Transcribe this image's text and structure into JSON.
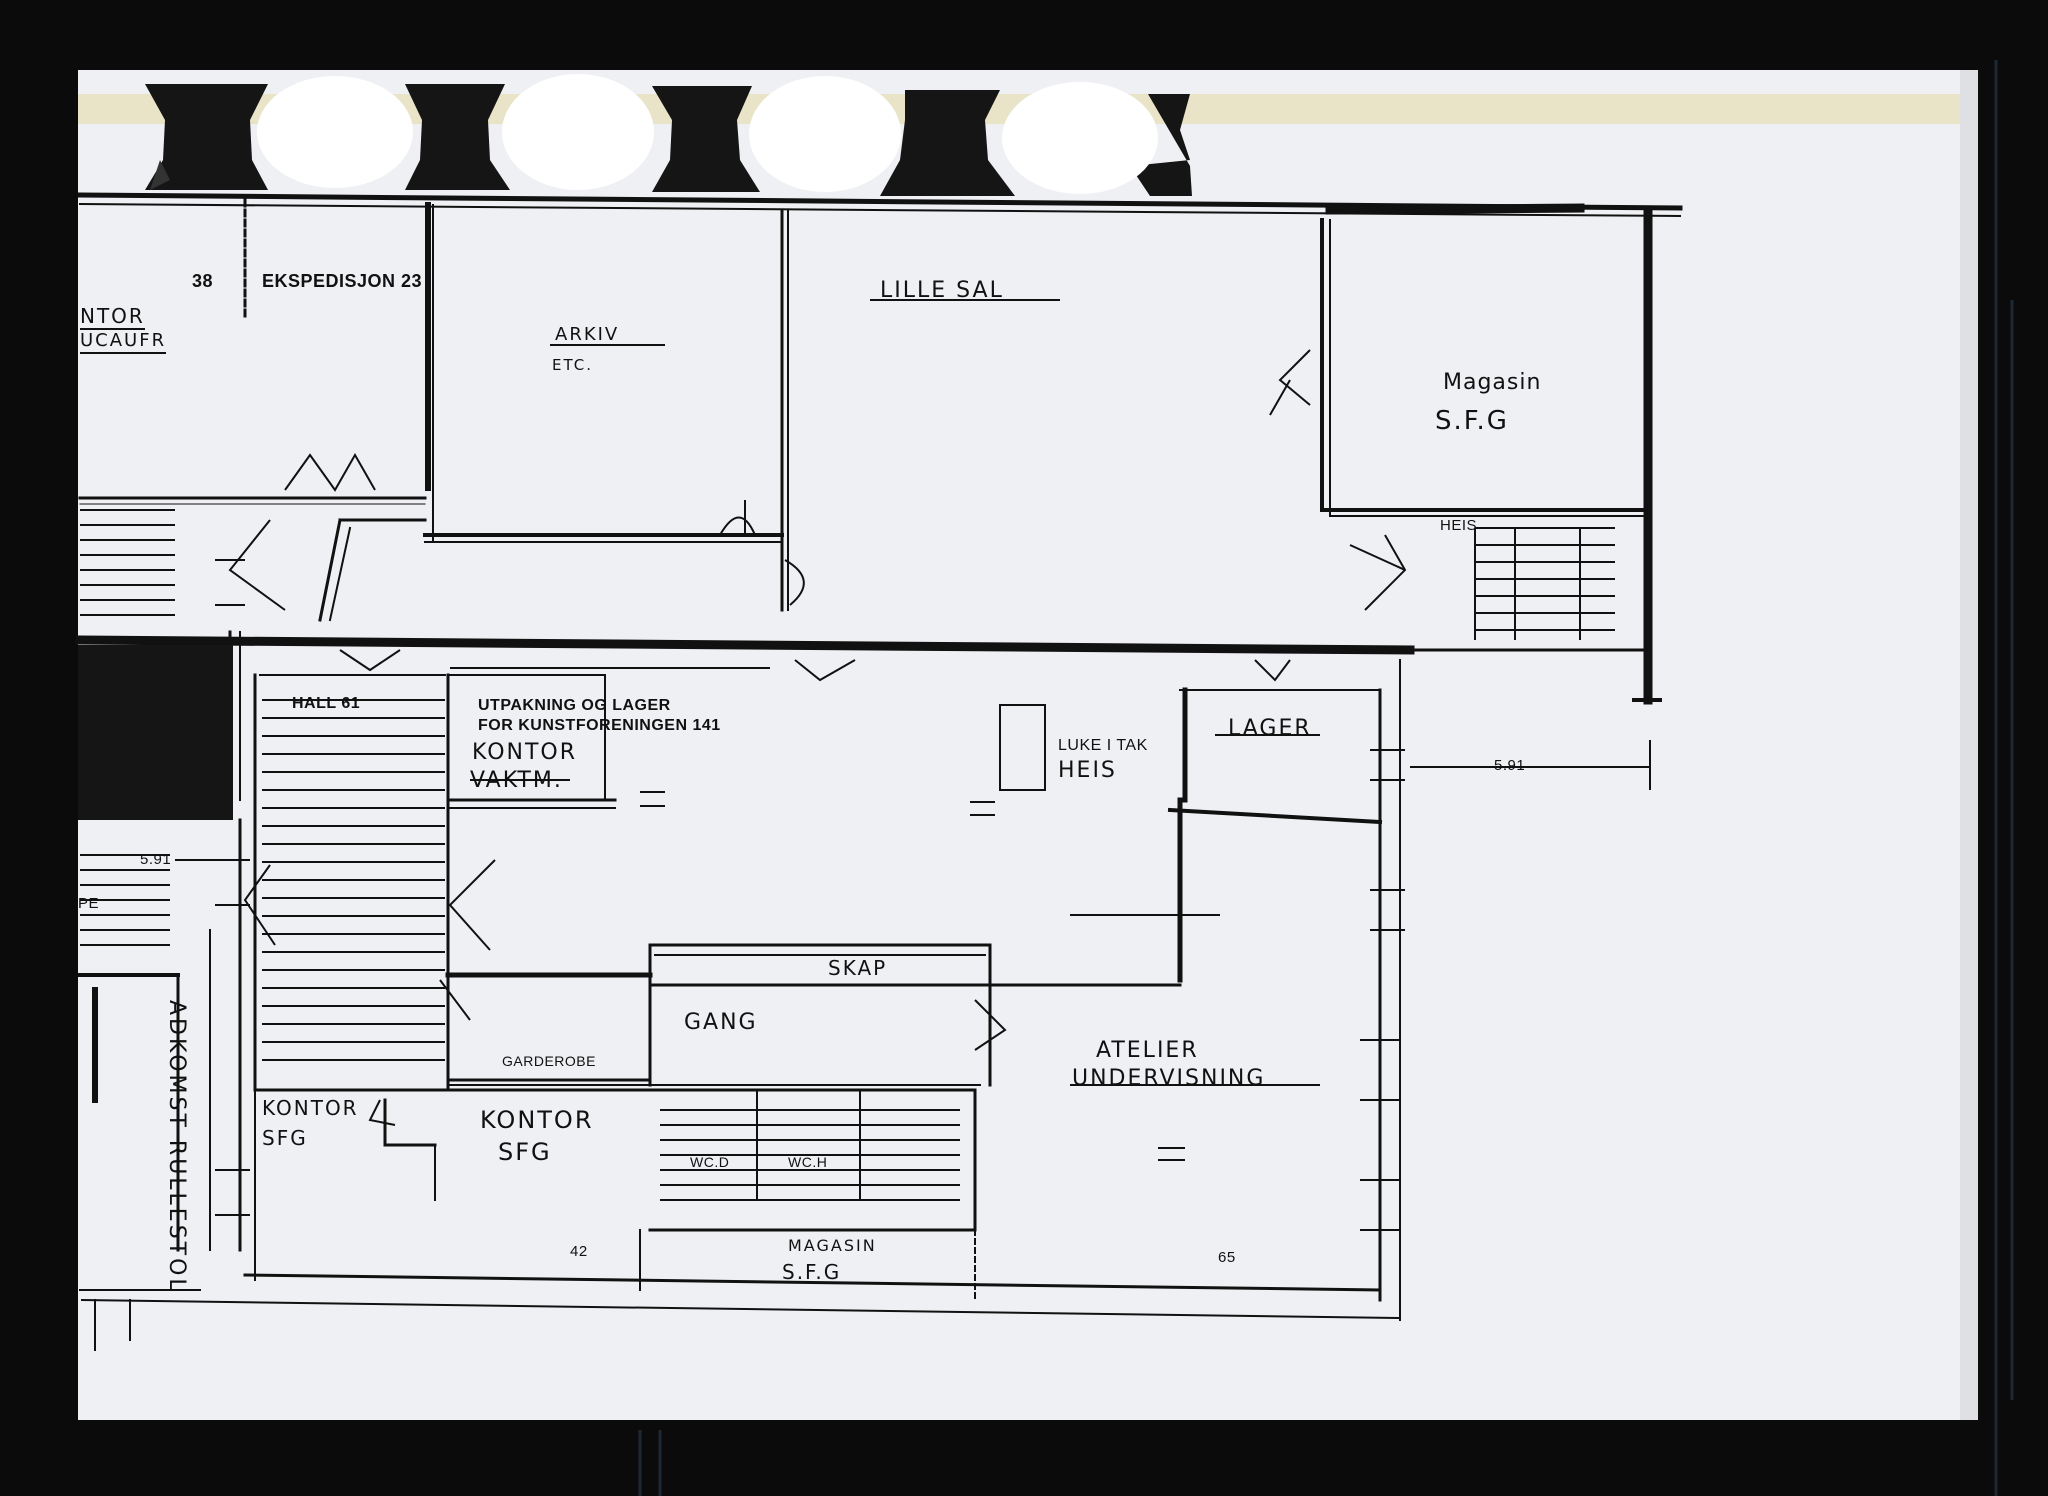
{
  "labels": {
    "room_38": "38",
    "ekspedisjon": "EKSPEDISJON 23",
    "kontor_top": "NTOR",
    "kontor_top_2": "UCAUFR",
    "lille_sal": "LILLE SAL",
    "arkiv": "ARKIV",
    "arkiv_sub": "ETC.",
    "magasin_top": "Magasin",
    "magasin_top_sub": "S.F.G",
    "heis_top": "HEIS",
    "hall": "HALL 61",
    "utpakning_1": "UTPAKNING OG LAGER",
    "utpakning_2": "FOR KUNSTFORENINGEN  141",
    "kontor_vaktm_1": "KONTOR",
    "kontor_vaktm_2": "VAKTM.",
    "luke_1": "LUKE I TAK",
    "luke_2": "HEIS",
    "lager": "LAGER",
    "dim_right": "5.91",
    "dim_left": "5.91",
    "pe": "PE",
    "skap": "SKAP",
    "gang": "GANG",
    "garderobe": "GARDEROBE",
    "atelier_1": "ATELIER",
    "atelier_2": "UNDERVISNING",
    "kontor_sfg_small_1": "KONTOR",
    "kontor_sfg_small_2": "SFG",
    "kontor_sfg_1": "KONTOR",
    "kontor_sfg_2": "SFG",
    "wc_d": "WC.D",
    "wc_h": "WC.H",
    "room_42": "42",
    "magasin_bottom_1": "MAGASIN",
    "magasin_bottom_2": "S.F.G",
    "room_65": "65",
    "adkomst": "ADKOMST RULLESTOL"
  }
}
